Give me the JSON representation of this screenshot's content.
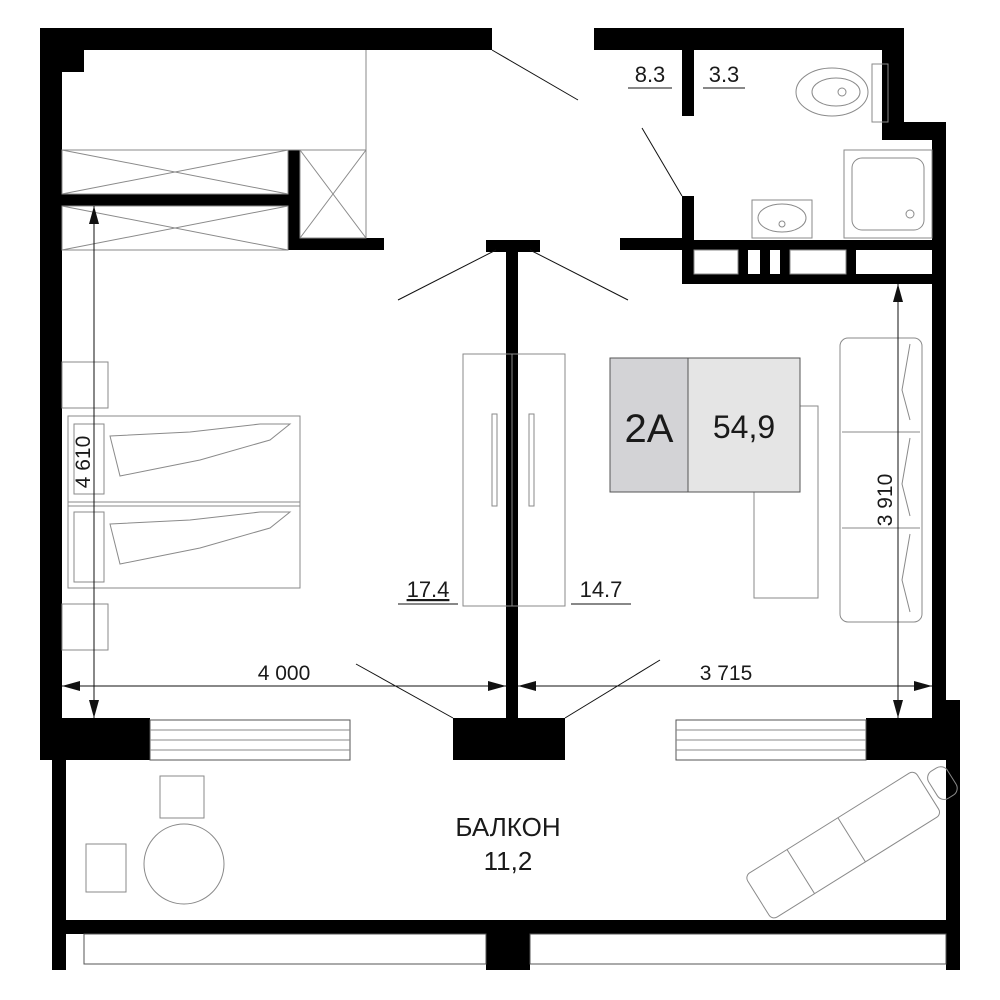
{
  "plan": {
    "apartment_type": "2A",
    "total_area": "54,9",
    "rooms": [
      {
        "id": "bedroom",
        "area": "17.4"
      },
      {
        "id": "living",
        "area": "14.7"
      },
      {
        "id": "hall",
        "area": "8.3"
      },
      {
        "id": "bathroom",
        "area": "3.3"
      }
    ],
    "balcony": {
      "name": "БАЛКОН",
      "area": "11,2"
    },
    "dimensions": {
      "bedroom_width": "4 000",
      "living_width": "3 715",
      "bedroom_depth": "4 610",
      "living_depth": "3 910"
    },
    "colors": {
      "wall": "#000000",
      "badge_dark": "#d3d3d6",
      "badge_light": "#e5e5e5",
      "furniture": "#8a8a8a"
    }
  }
}
